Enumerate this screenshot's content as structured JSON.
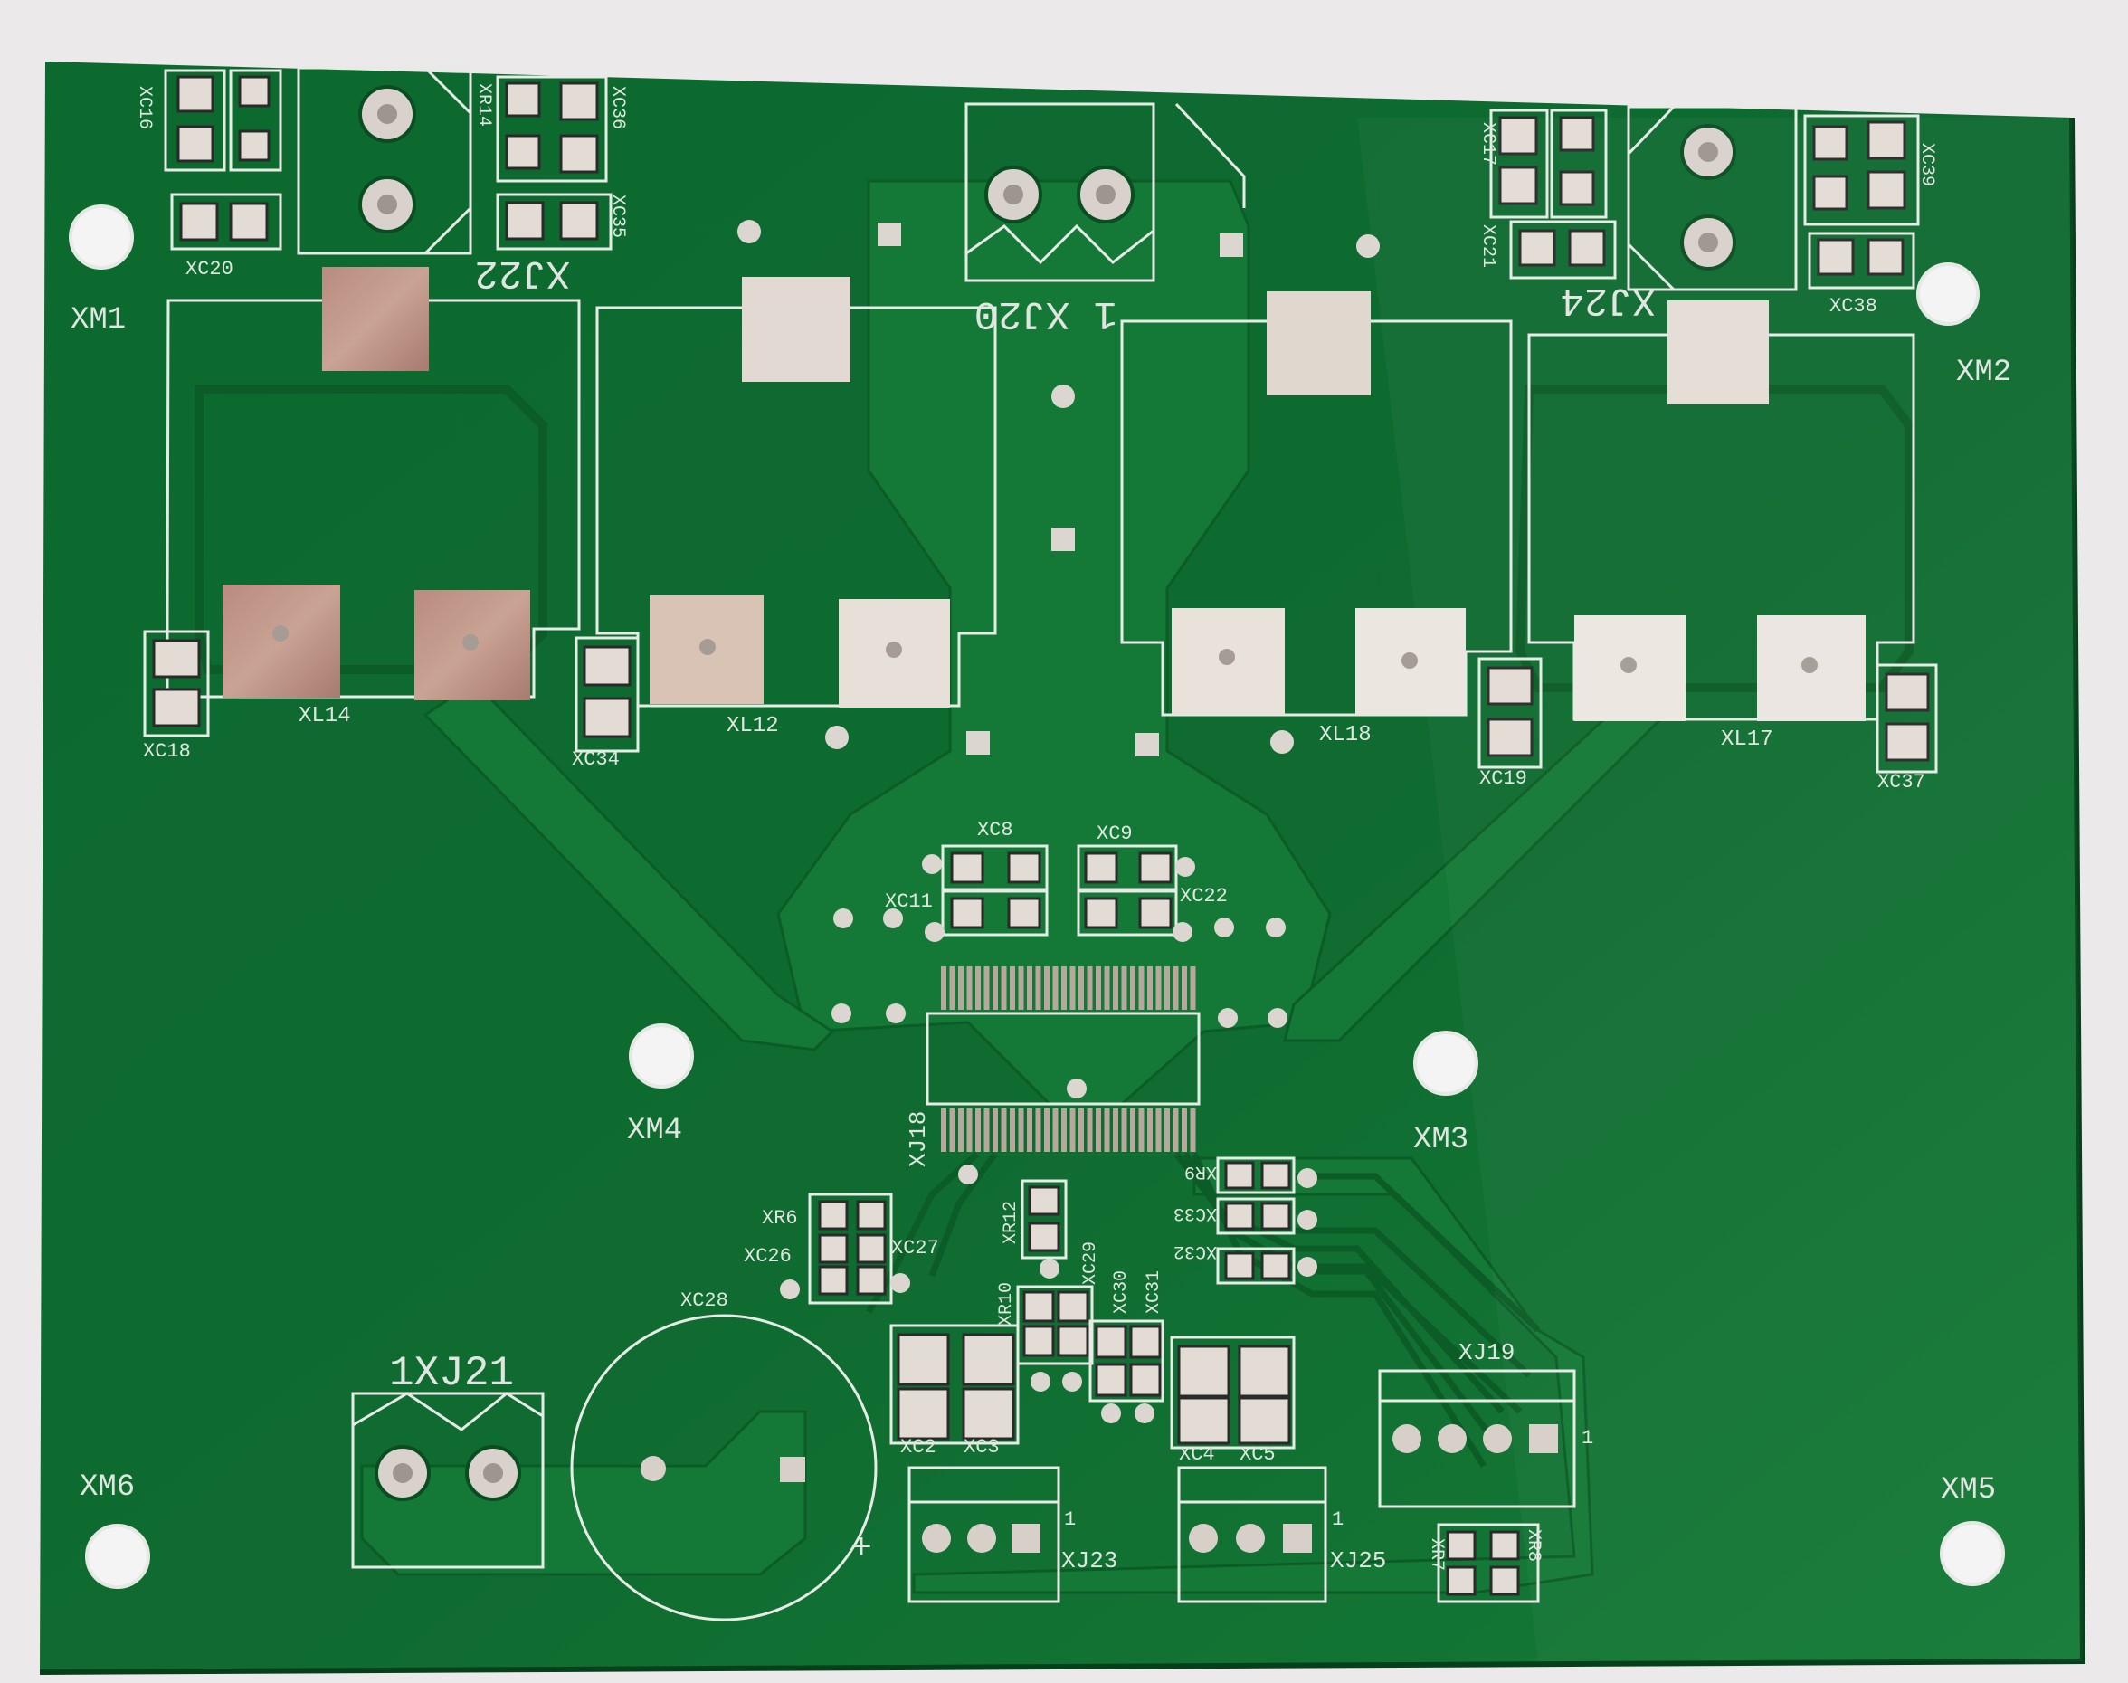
{
  "photo": {
    "subject": "bare printed circuit board",
    "colors": {
      "background": "#ece9ea",
      "board": "#0f6a2f",
      "board_shade": "#0a5724",
      "trace": "#137a37",
      "silkscreen": "#e8ece8",
      "pad_tin": "#e4dcd3",
      "pad_copper": "#c59c8c",
      "hole": "#f4f4f4"
    }
  },
  "labels": {
    "xm1": "XM1",
    "xm2": "XM2",
    "xm3": "XM3",
    "xm4": "XM4",
    "xm5": "XM5",
    "xm6": "XM6",
    "xj20": "1 XJ20",
    "xj22": "XJ22",
    "xj24": "XJ24",
    "xj21": "1XJ21",
    "xj18": "XJ18",
    "xj19": "XJ19",
    "xj23": "XJ23",
    "xj25": "XJ25",
    "xl14": "XL14",
    "xl12": "XL12",
    "xl18": "XL18",
    "xl17": "XL17",
    "xc16": "XC16",
    "xc20": "XC20",
    "xr14": "XR14",
    "xc36": "XC36",
    "xc35": "XC35",
    "xc17": "XC17",
    "xc21": "XC21",
    "xc39": "XC39",
    "xc38": "XC38",
    "xc18": "XC18",
    "xc34": "XC34",
    "xc19": "XC19",
    "xc37": "XC37",
    "xc8": "XC8",
    "xc9": "XC9",
    "xc11": "XC11",
    "xc22": "XC22",
    "xr6": "XR6",
    "xc26": "XC26",
    "xc27": "XC27",
    "xr12": "XR12",
    "xr10": "XR10",
    "xc29": "XC29",
    "xc30": "XC30",
    "xc31": "XC31",
    "xr9": "XR9",
    "xc33": "XC33",
    "xc32": "XC32",
    "xc28": "XC28",
    "xc2": "XC2",
    "xc3": "XC3",
    "xc4": "XC4",
    "xc5": "XC5",
    "xr7": "XR7",
    "xr8": "XR8",
    "pin1": "1",
    "plus": "+"
  }
}
